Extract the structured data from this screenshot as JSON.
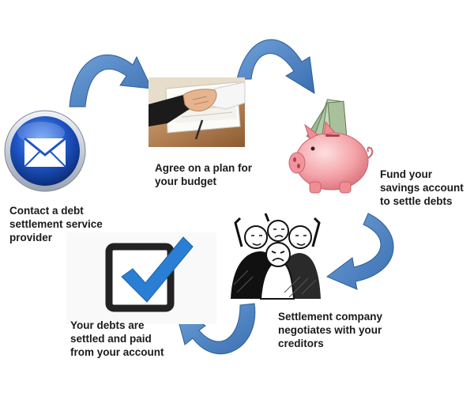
{
  "steps": [
    {
      "lines": [
        "Contact a debt",
        "settlement service",
        "provider"
      ],
      "icon": "envelope-icon"
    },
    {
      "lines": [
        "Agree on a plan for",
        "your budget"
      ],
      "icon": "handshake-icon"
    },
    {
      "lines": [
        "Fund your",
        "savings account",
        "to settle debts"
      ],
      "icon": "piggy-bank-icon"
    },
    {
      "lines": [
        "Settlement company",
        "negotiates with your",
        "creditors"
      ],
      "icon": "crowd-icon"
    },
    {
      "lines": [
        "Your debts are",
        "settled and paid",
        "from your account"
      ],
      "icon": "checkmark-icon"
    }
  ],
  "colors": {
    "arrow": "#4f86c6",
    "arrow_dark": "#2f5f97",
    "envelope_blue": "#1f55c6",
    "check_blue": "#2a7fd4",
    "piggy_pink": "#f4a3a8",
    "text": "#1a1a1a"
  }
}
